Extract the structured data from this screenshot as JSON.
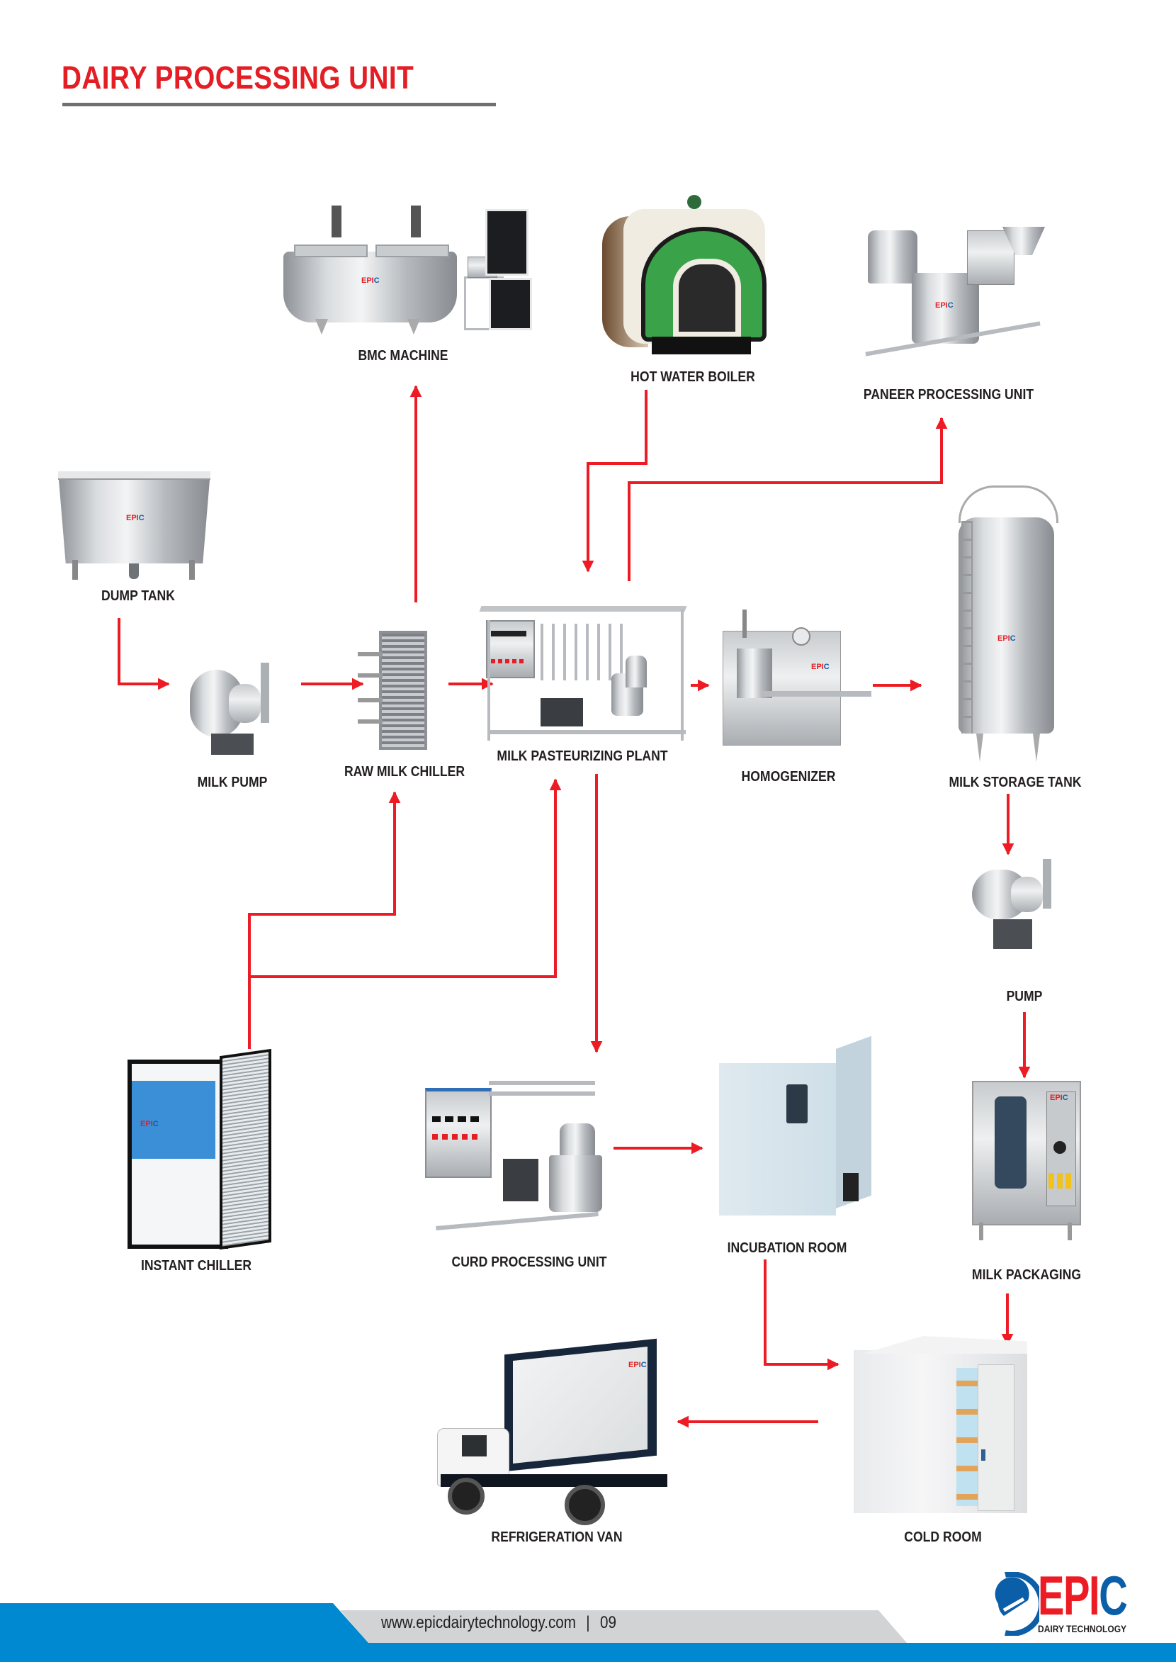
{
  "page": {
    "title": "DAIRY PROCESSING UNIT",
    "accent_color": "#e31e24",
    "rule_color": "#6d6f71",
    "arrow_color": "#ed1c24"
  },
  "equipment": {
    "bmc_machine": "BMC MACHINE",
    "hot_water_boiler": "HOT WATER BOILER",
    "paneer_processing_unit": "PANEER PROCESSING UNIT",
    "dump_tank": "DUMP TANK",
    "milk_pump": "MILK PUMP",
    "raw_milk_chiller": "RAW MILK CHILLER",
    "milk_pasteurizing_plant": "MILK PASTEURIZING PLANT",
    "homogenizer": "HOMOGENIZER",
    "milk_storage_tank": "MILK STORAGE TANK",
    "pump": "PUMP",
    "instant_chiller": "INSTANT CHILLER",
    "curd_processing_unit": "CURD PROCESSING UNIT",
    "incubation_room": "INCUBATION ROOM",
    "milk_packaging": "MILK PACKAGING",
    "refrigeration_van": "REFRIGERATION VAN",
    "cold_room": "COLD ROOM"
  },
  "flows": [
    {
      "from": "DUMP TANK",
      "to": "MILK PUMP"
    },
    {
      "from": "MILK PUMP",
      "to": "RAW MILK CHILLER"
    },
    {
      "from": "RAW MILK CHILLER",
      "to": "MILK PASTEURIZING PLANT"
    },
    {
      "from": "RAW MILK CHILLER",
      "to": "BMC MACHINE"
    },
    {
      "from": "HOT WATER BOILER",
      "to": "MILK PASTEURIZING PLANT"
    },
    {
      "from": "MILK PASTEURIZING PLANT",
      "to": "PANEER PROCESSING UNIT"
    },
    {
      "from": "MILK PASTEURIZING PLANT",
      "to": "HOMOGENIZER"
    },
    {
      "from": "HOMOGENIZER",
      "to": "MILK STORAGE TANK"
    },
    {
      "from": "MILK STORAGE TANK",
      "to": "PUMP"
    },
    {
      "from": "PUMP",
      "to": "MILK PACKAGING"
    },
    {
      "from": "MILK PACKAGING",
      "to": "COLD ROOM"
    },
    {
      "from": "INSTANT CHILLER",
      "to": "RAW MILK CHILLER"
    },
    {
      "from": "INSTANT CHILLER",
      "to": "MILK PASTEURIZING PLANT"
    },
    {
      "from": "MILK PASTEURIZING PLANT",
      "to": "CURD PROCESSING UNIT"
    },
    {
      "from": "CURD PROCESSING UNIT",
      "to": "INCUBATION ROOM"
    },
    {
      "from": "INCUBATION ROOM",
      "to": "COLD ROOM"
    },
    {
      "from": "COLD ROOM",
      "to": "REFRIGERATION VAN"
    }
  ],
  "product_logo": {
    "red": "EPI",
    "blue": "C"
  },
  "footer": {
    "url": "www.epicdairytechnology.com",
    "separator": "|",
    "page_number": "09",
    "band_color": "#0088d1",
    "grey_color": "#d1d3d4"
  },
  "brand": {
    "word_red": "EPI",
    "word_blue": "C",
    "subtitle": "DAIRY TECHNOLOGY",
    "red": "#ed1c24",
    "blue": "#0b5ea8"
  }
}
